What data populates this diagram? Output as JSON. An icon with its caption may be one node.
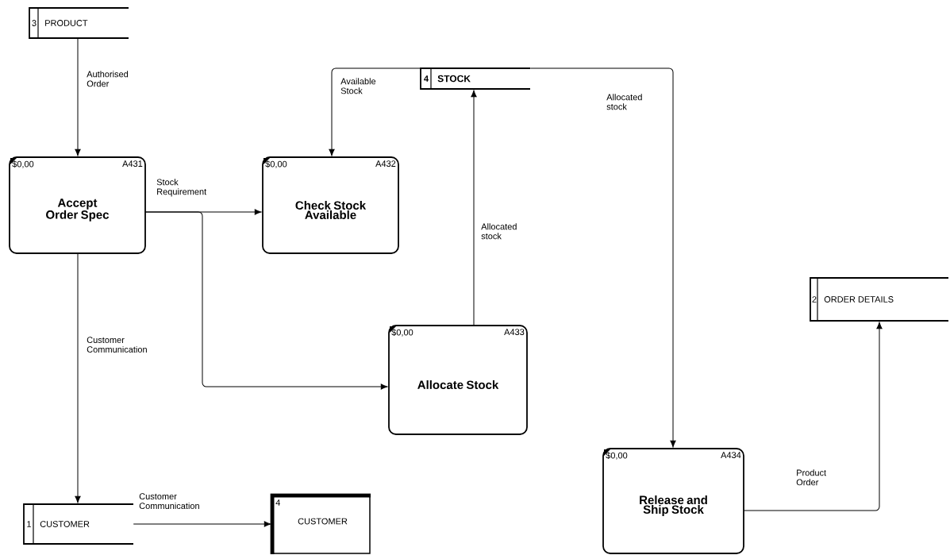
{
  "diagram": {
    "nodes": [
      {
        "text": [
          "3",
          "PRODUCT"
        ]
      },
      {
        "text": [
          "4",
          "STOCK"
        ]
      },
      {
        "text": [
          "$0,00",
          "A431",
          "Accept Order Spec"
        ]
      },
      {
        "text": [
          "$0,00",
          "A432",
          "Check Stock Available"
        ]
      },
      {
        "text": [
          "2",
          "ORDER DETAILS"
        ]
      },
      {
        "text": [
          "$0,00",
          "A433",
          "Allocate Stock"
        ]
      },
      {
        "text": [
          "$0,00",
          "A434",
          "Release and Ship Stock"
        ]
      },
      {
        "text": [
          "1",
          "CUSTOMER"
        ]
      },
      {
        "text": [
          "4",
          "CUSTOMER"
        ]
      }
    ],
    "edges": [
      {
        "from": 0,
        "to": 2,
        "arrow": "to",
        "label": "Authorised Order"
      },
      {
        "from": 1,
        "to": 3,
        "arrow": "to",
        "label": "Available Stock"
      },
      {
        "from": 2,
        "to": 3,
        "arrow": "to",
        "label": "Stock Requirement"
      },
      {
        "from": 2,
        "to": 5,
        "arrow": "to"
      },
      {
        "from": 5,
        "to": 1,
        "arrow": "to",
        "label": "Allocated stock"
      },
      {
        "from": 1,
        "to": 6,
        "arrow": "to",
        "label": "Allocated stock"
      },
      {
        "from": 2,
        "to": 7,
        "arrow": "to",
        "label": "Customer Communication"
      },
      {
        "from": 7,
        "to": 8,
        "arrow": "to",
        "label": "Customer Communication"
      },
      {
        "from": 6,
        "to": 4,
        "arrow": "to",
        "label": "Product Order"
      }
    ]
  }
}
